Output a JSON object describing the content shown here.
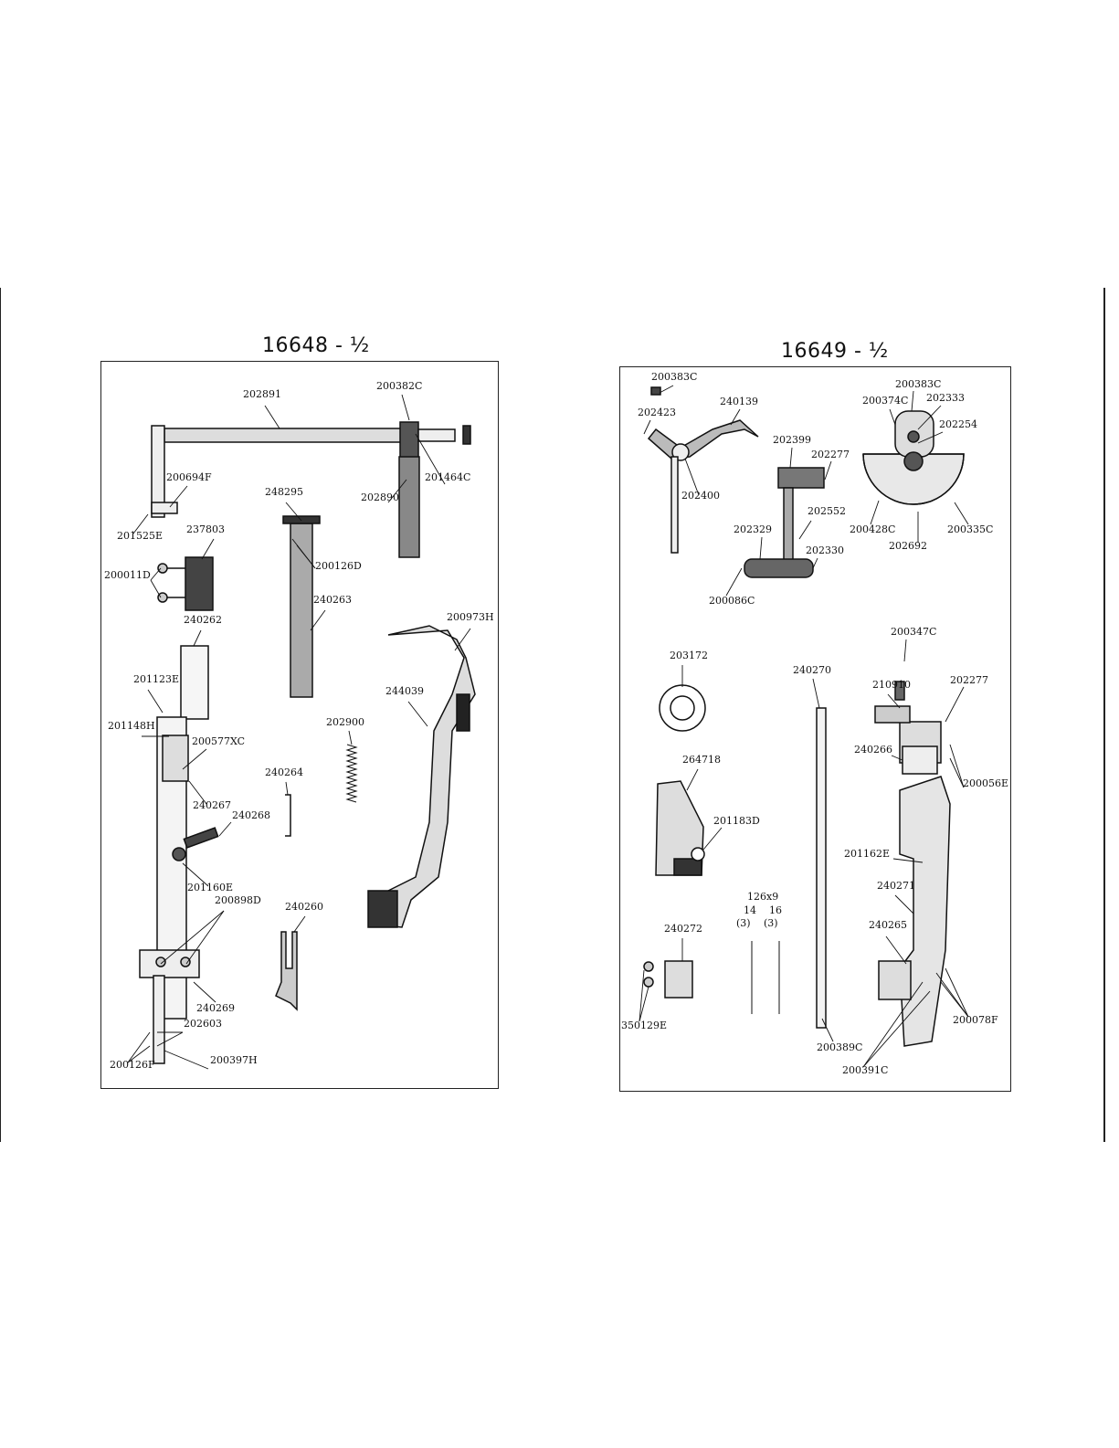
{
  "left_page": {
    "title": "16648 - ½",
    "labels": [
      "202891",
      "200382C",
      "200694F",
      "248295",
      "202890",
      "201464C",
      "201525E",
      "237803",
      "200011D",
      "200126D",
      "240263",
      "240262",
      "200973H",
      "201123E",
      "244039",
      "201148H",
      "200577XC",
      "202900",
      "240264",
      "240267",
      "240268",
      "201160E",
      "200898D",
      "240260",
      "240269",
      "202603",
      "200126F",
      "200397H"
    ]
  },
  "right_page": {
    "title": "16649 - ½",
    "labels": [
      "200383C",
      "240139",
      "202423",
      "202399",
      "202277",
      "202400",
      "200383C",
      "200374C",
      "202333",
      "202254",
      "202552",
      "202329",
      "202330",
      "200428C",
      "200335C",
      "202692",
      "200086C",
      "200347C",
      "203172",
      "240270",
      "210910",
      "202277",
      "240266",
      "200056E",
      "264718",
      "201183D",
      "201162E",
      "240271",
      "126x9",
      "14",
      "16",
      "(3)",
      "(3)",
      "240272",
      "240265",
      "350129E",
      "200389C",
      "200078F",
      "200391C"
    ]
  }
}
